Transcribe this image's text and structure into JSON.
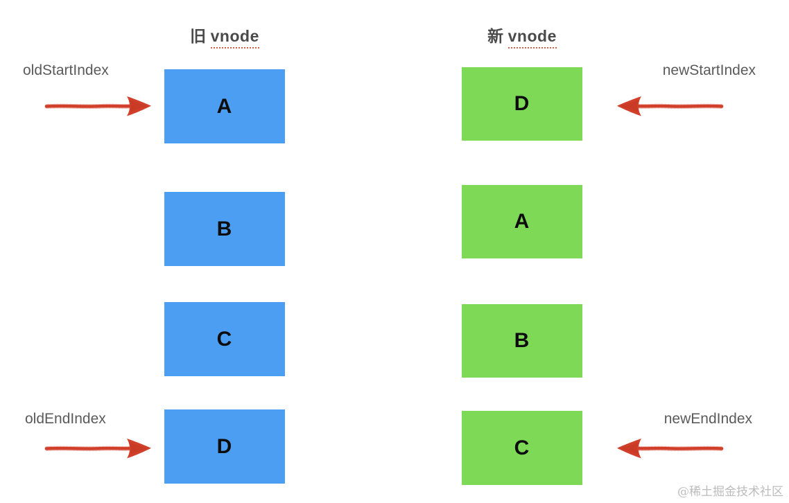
{
  "old_column": {
    "title_zh": "旧",
    "title_en": "vnode",
    "boxes": [
      "A",
      "B",
      "C",
      "D"
    ],
    "start_label": "oldStartIndex",
    "end_label": "oldEndIndex"
  },
  "new_column": {
    "title_zh": "新",
    "title_en": "vnode",
    "boxes": [
      "D",
      "A",
      "B",
      "C"
    ],
    "start_label": "newStartIndex",
    "end_label": "newEndIndex"
  },
  "watermark": "@稀土掘金技术社区",
  "colors": {
    "old_box_blue": "#4c9ef2",
    "new_box_green": "#7ed957",
    "arrow_red": "#d23f2a",
    "title_text": "#4a4a4a",
    "label_text": "#5a5a5a",
    "box_letter": "#0d0d0d",
    "watermark_text": "#bcbcbc",
    "underline_red_dotted": "#d5604a"
  },
  "icons": {
    "arrow_right": "hand-drawn-arrow-right",
    "arrow_left": "hand-drawn-arrow-left"
  }
}
